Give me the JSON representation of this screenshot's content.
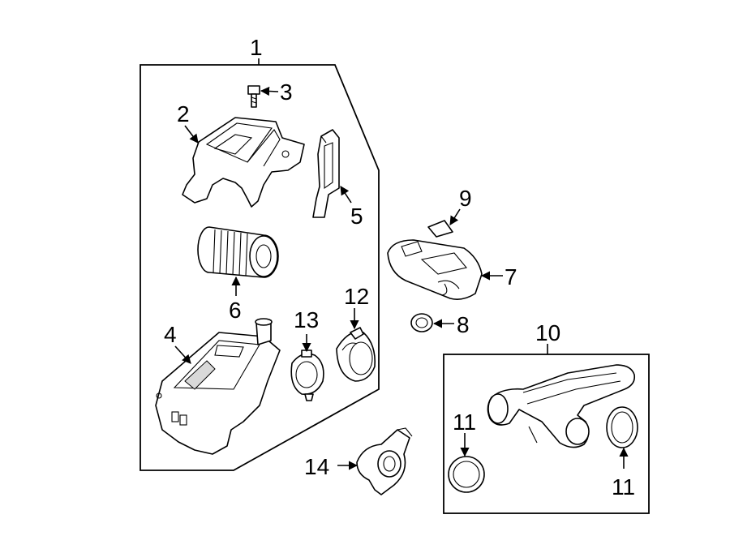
{
  "callouts": {
    "c1": "1",
    "c2": "2",
    "c3": "3",
    "c4": "4",
    "c5": "5",
    "c6": "6",
    "c7": "7",
    "c8": "8",
    "c9": "9",
    "c10": "10",
    "c11a": "11",
    "c11b": "11",
    "c12": "12",
    "c13": "13",
    "c14": "14"
  }
}
